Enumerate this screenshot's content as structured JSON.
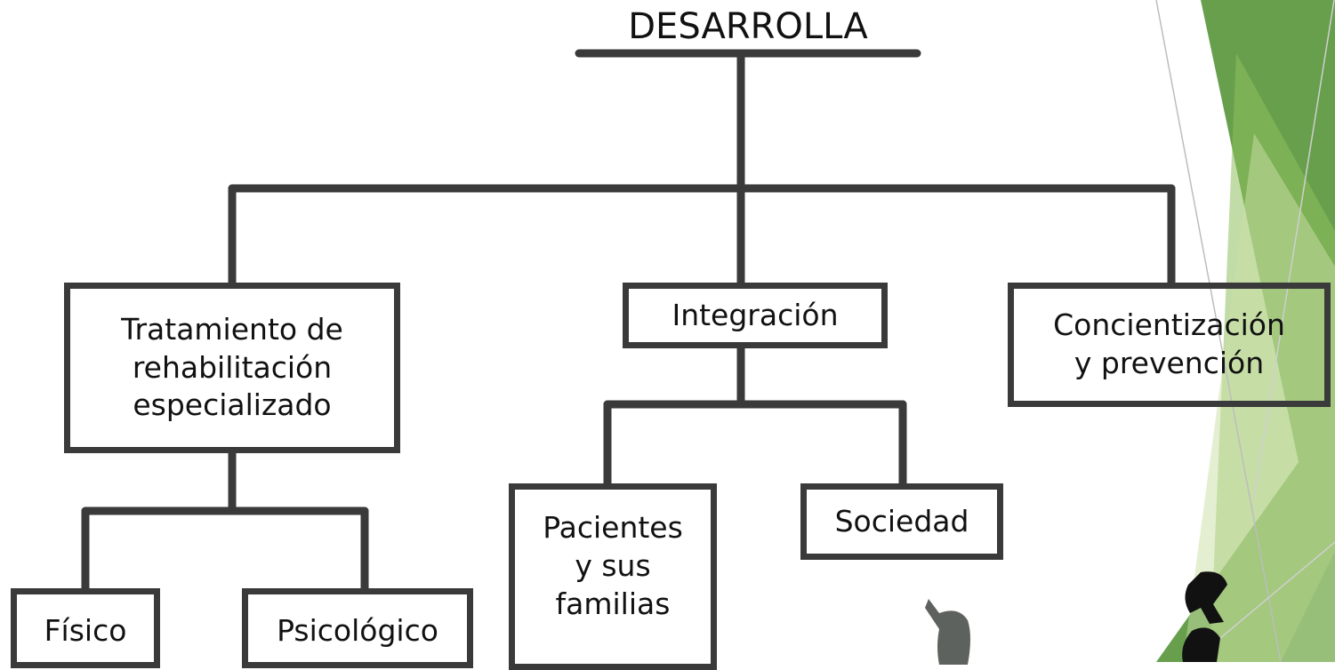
{
  "diagram": {
    "title": "DESARROLLA",
    "nodes": {
      "tratamiento": {
        "lines": [
          "Tratamiento de",
          "rehabilitación",
          "especializado"
        ]
      },
      "integracion": {
        "lines": [
          "Integración"
        ]
      },
      "concientizacion": {
        "lines": [
          "Concientización",
          "y prevención"
        ]
      },
      "fisico": {
        "lines": [
          "Físico"
        ]
      },
      "psicologico": {
        "lines": [
          "Psicológico"
        ]
      },
      "pacientes": {
        "lines": [
          "Pacientes",
          "y sus",
          "familias"
        ]
      },
      "sociedad": {
        "lines": [
          "Sociedad"
        ]
      }
    },
    "edges": [
      [
        "title",
        "tratamiento"
      ],
      [
        "title",
        "integracion"
      ],
      [
        "title",
        "concientizacion"
      ],
      [
        "tratamiento",
        "fisico"
      ],
      [
        "tratamiento",
        "psicologico"
      ],
      [
        "integracion",
        "pacientes"
      ],
      [
        "integracion",
        "sociedad"
      ]
    ]
  },
  "colors": {
    "line": "#3a3a3a",
    "accent_dark": "#5f9a42",
    "accent_light": "#c9e0a6"
  }
}
